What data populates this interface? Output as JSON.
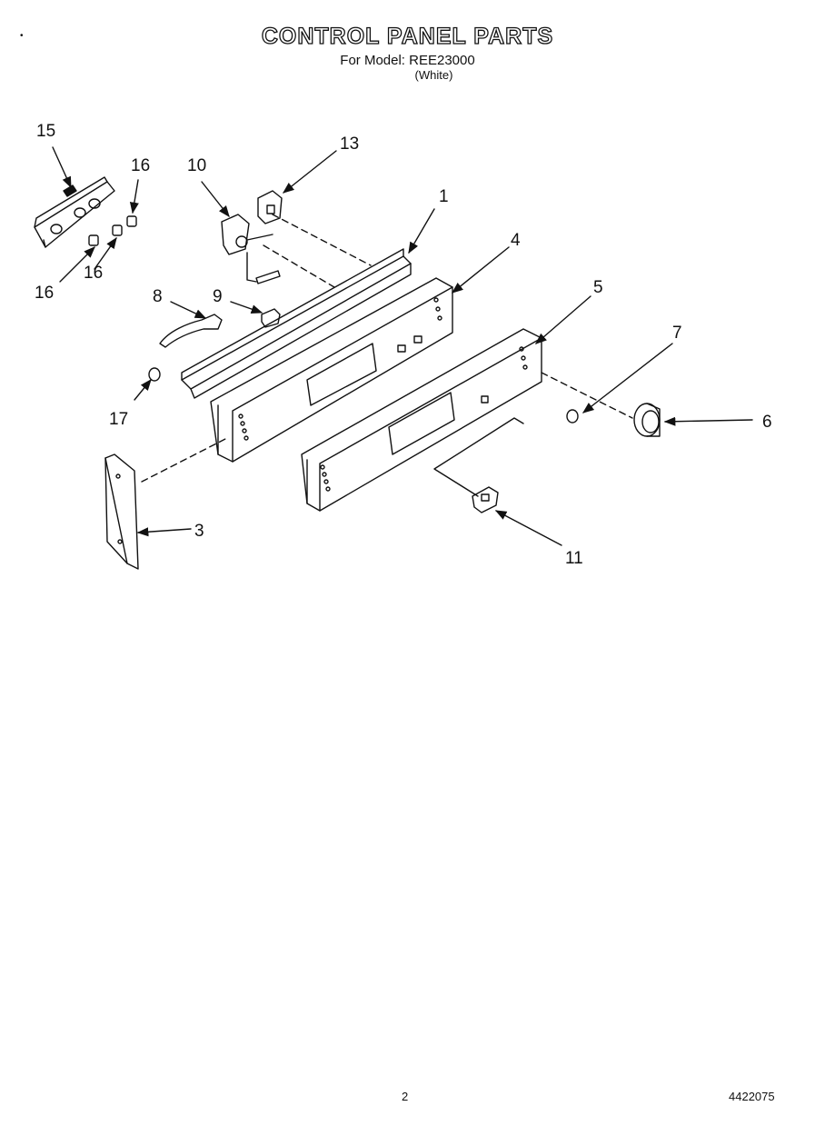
{
  "header": {
    "title": "CONTROL PANEL PARTS",
    "model_line": "For Model: REE23000",
    "color_line": "(White)"
  },
  "callouts": [
    "1",
    "3",
    "4",
    "5",
    "6",
    "7",
    "8",
    "9",
    "10",
    "11",
    "13",
    "15",
    "16",
    "16",
    "16",
    "17"
  ],
  "footer": {
    "page_number": "2",
    "doc_code": "4422075"
  }
}
